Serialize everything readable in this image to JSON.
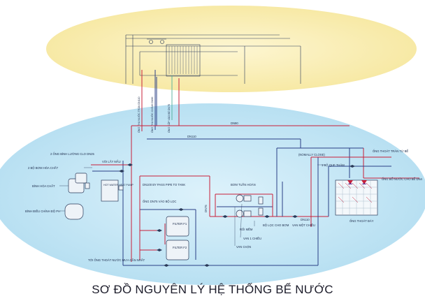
{
  "title": "SƠ ĐỒ NGUYÊN LÝ HỆ THỐNG BỂ NƯỚC",
  "colors": {
    "upper_zone": "#fbf2bf",
    "lower_zone": "#c9e8f6",
    "pipe_supply": "#c8203a",
    "pipe_return": "#2a3f86",
    "pipe_fill": "#4fae9a"
  },
  "labels": {
    "ong_thu_nuoc_tran": "ỐNG THU NƯỚC TRÀN DN110",
    "ong_thu_nuoc_chinh": "ỐNG THU NƯỚC CHÍNH DN90",
    "ong_cap_vao_be": "ỐNG CẤP VÀO BỂ DN75",
    "dn90": "DN90",
    "dn110_top": "DN110",
    "normally_close": "(NOMALLY CLOSE)",
    "ong_thoat_tran_tu_be": "ỐNG THOÁT TRÀN TỪ BỂ",
    "ong_binh_luong": "2 ỐNG BÌNH LƯỜNG CLO DN25",
    "voi_lay_mau": "VÒI LẤY MẪU",
    "bom_hoa_chat": "2 BỘ BƠM HÓA CHẤT",
    "binh_hoa_chat": "BÌNH HÓA CHẤT",
    "binh_dieu_chinh_ph": "BÌNH ĐIỀU CHỈNH ĐỘ PH",
    "hot_water_pump": "HOT WATER HEAT PUMP",
    "dn100_by_pass": "DN100 BY PASS PIPE TO TANK",
    "ong_vao_bo_loc": "ỐNG DN75 VÀO BỘ LỌC",
    "dn75": "DN75",
    "bom_tuan_hoan": "BƠM TUẦN HOÀN",
    "roi_mem": "RỐI MỀM",
    "van_1_chieu": "VAN 1 CHIỀU",
    "van_chan": "VAN CHẶN",
    "bo_loc_cho_bom": "BỘ LỌC CHO BƠM",
    "van_mot_chieu": "VAN MỘT CHIỀU",
    "dn110_bottom": "DN110",
    "bo_que_tham": "1 BỘ QUE THĂM",
    "ong_bo_nuoc_cho_be": "ỐNG BỔ NƯỚC CHO BỂ DN4",
    "ong_thoat_day": "ỐNG THOÁT ĐÁY",
    "filter_f1": "FILTER F1",
    "filter_f2": "FILTER F2",
    "toi_ong_thoat": "TỚI ỐNG THOÁT NƯỚC MƯA GẦN NHẤT"
  }
}
